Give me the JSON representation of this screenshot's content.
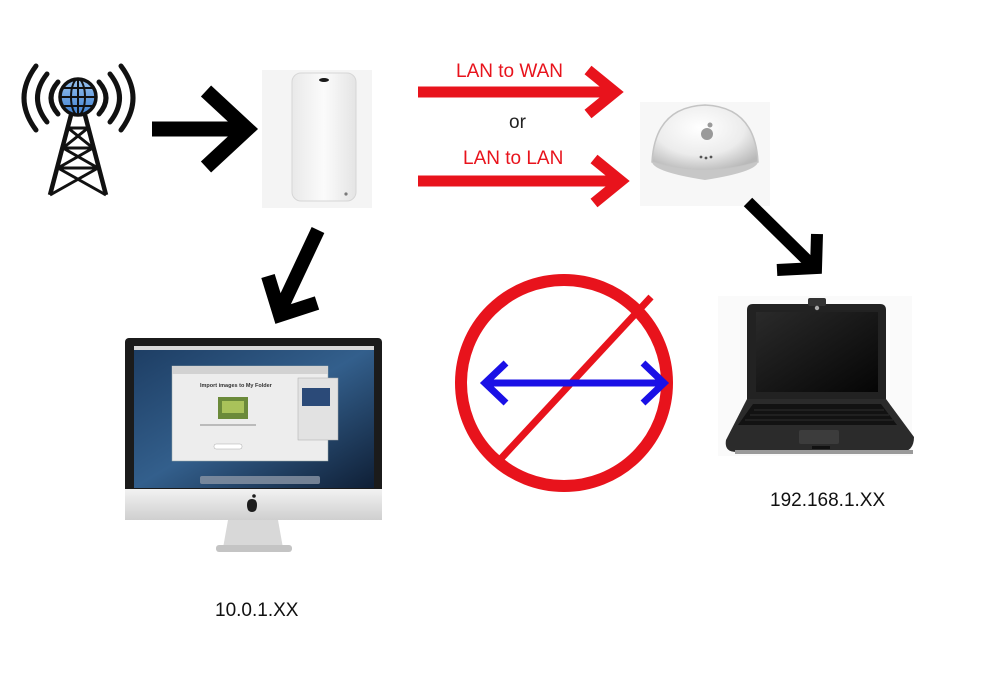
{
  "labels": {
    "lan_to_wan": "LAN to WAN",
    "or": "or",
    "lan_to_lan": "LAN to LAN",
    "imac_ip": "10.0.1.XX",
    "laptop_ip": "192.168.1.XX",
    "imac_screen_title": "Import images to My Folder"
  },
  "colors": {
    "red": "#e8131c",
    "blue": "#1a10e6",
    "black": "#000000"
  },
  "icons": {
    "tower": "radio-tower-icon",
    "airport_extreme": "airport-extreme-router-icon",
    "airport_base": "airport-base-station-icon",
    "imac": "imac-computer-icon",
    "laptop": "powerbook-laptop-icon",
    "prohibited": "prohibited-sign-icon"
  }
}
